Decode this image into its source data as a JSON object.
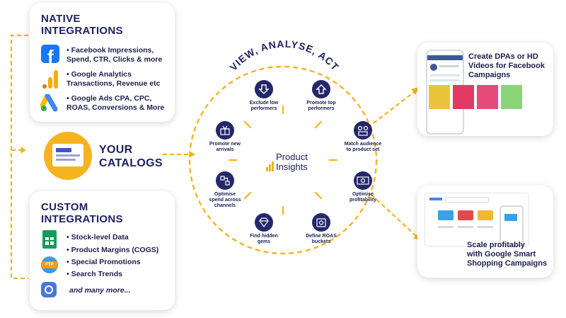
{
  "native": {
    "title_line1": "NATIVE",
    "title_line2": "INTEGRATIONS",
    "items": [
      {
        "line1": "• Facebook Impressions,",
        "line2": "Spend, CTR, Clicks & more",
        "icon": "facebook-icon"
      },
      {
        "line1": "• Google Analytics",
        "line2": "Transactions, Revenue etc",
        "icon": "google-analytics-icon"
      },
      {
        "line1": "• Google Ads CPA, CPC,",
        "line2": "ROAS, Conversions & More",
        "icon": "google-ads-icon"
      }
    ]
  },
  "catalogs": {
    "line1": "YOUR",
    "line2": "CATALOGS"
  },
  "custom": {
    "title_line1": "CUSTOM",
    "title_line2": "INTEGRATIONS",
    "items": [
      {
        "text": "• Stock-level Data",
        "icon": "google-sheets-icon"
      },
      {
        "text": "• Product Margins (COGS)",
        "icon": ""
      },
      {
        "text": "• Special Promotions",
        "icon": "ftp-icon"
      },
      {
        "text": "• Search Trends",
        "icon": "bigquery-icon"
      }
    ],
    "more": "and many more..."
  },
  "center": {
    "arc_title": "VIEW, ANALYSE, ACT",
    "logo_line1": "Product",
    "logo_line2": "Insights",
    "nodes": [
      {
        "label_line1": "Exclude low",
        "label_line2": "performers",
        "icon": "arrow-down-icon"
      },
      {
        "label_line1": "Promote top",
        "label_line2": "performers",
        "icon": "arrow-up-icon"
      },
      {
        "label_line1": "Match audience",
        "label_line2": "to product set",
        "icon": "audience-icon"
      },
      {
        "label_line1": "Optimise",
        "label_line2": "profitability",
        "icon": "money-icon"
      },
      {
        "label_line1": "Define ROAS",
        "label_line2": "buckets",
        "icon": "buckets-icon"
      },
      {
        "label_line1": "Find hidden",
        "label_line2": "gems",
        "icon": "diamond-icon"
      },
      {
        "label_line1": "Optimise",
        "label_line2": "spend across",
        "label_line3": "channels",
        "icon": "channels-icon"
      },
      {
        "label_line1": "Promote new",
        "label_line2": "arrivals",
        "icon": "gift-icon"
      }
    ]
  },
  "outputs": {
    "facebook": {
      "line1": "Create DPAs or HD",
      "line2": "Videos for Facebook",
      "line3": "Campaigns"
    },
    "google": {
      "line1": "Scale profitably",
      "line2": "with Google Smart",
      "line3": "Shopping Campaigns"
    }
  },
  "colors": {
    "accent": "#f5b320",
    "navy": "#1f2260",
    "node": "#24276a"
  }
}
